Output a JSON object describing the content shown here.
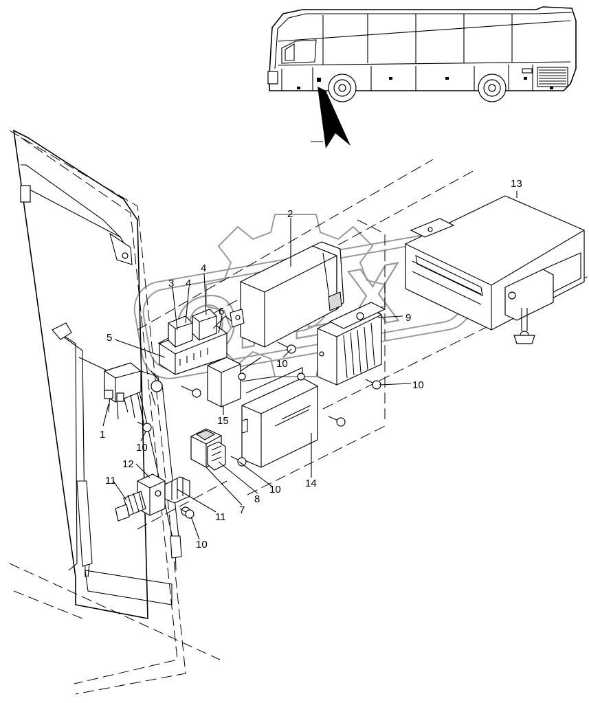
{
  "diagram": {
    "watermark": "OPEX",
    "callouts": [
      {
        "id": "c1",
        "text": "1"
      },
      {
        "id": "c2",
        "text": "2"
      },
      {
        "id": "c3",
        "text": "3"
      },
      {
        "id": "c4a",
        "text": "4"
      },
      {
        "id": "c4b",
        "text": "4"
      },
      {
        "id": "c5",
        "text": "5"
      },
      {
        "id": "c6",
        "text": "6"
      },
      {
        "id": "c7",
        "text": "7"
      },
      {
        "id": "c8",
        "text": "8"
      },
      {
        "id": "c9",
        "text": "9"
      },
      {
        "id": "c10a",
        "text": "10"
      },
      {
        "id": "c10b",
        "text": "10"
      },
      {
        "id": "c10c",
        "text": "10"
      },
      {
        "id": "c10d",
        "text": "10"
      },
      {
        "id": "c10e",
        "text": "10"
      },
      {
        "id": "c11a",
        "text": "11"
      },
      {
        "id": "c11b",
        "text": "11"
      },
      {
        "id": "c12",
        "text": "12"
      },
      {
        "id": "c13",
        "text": "13"
      },
      {
        "id": "c14",
        "text": "14"
      },
      {
        "id": "c15",
        "text": "15"
      }
    ]
  }
}
